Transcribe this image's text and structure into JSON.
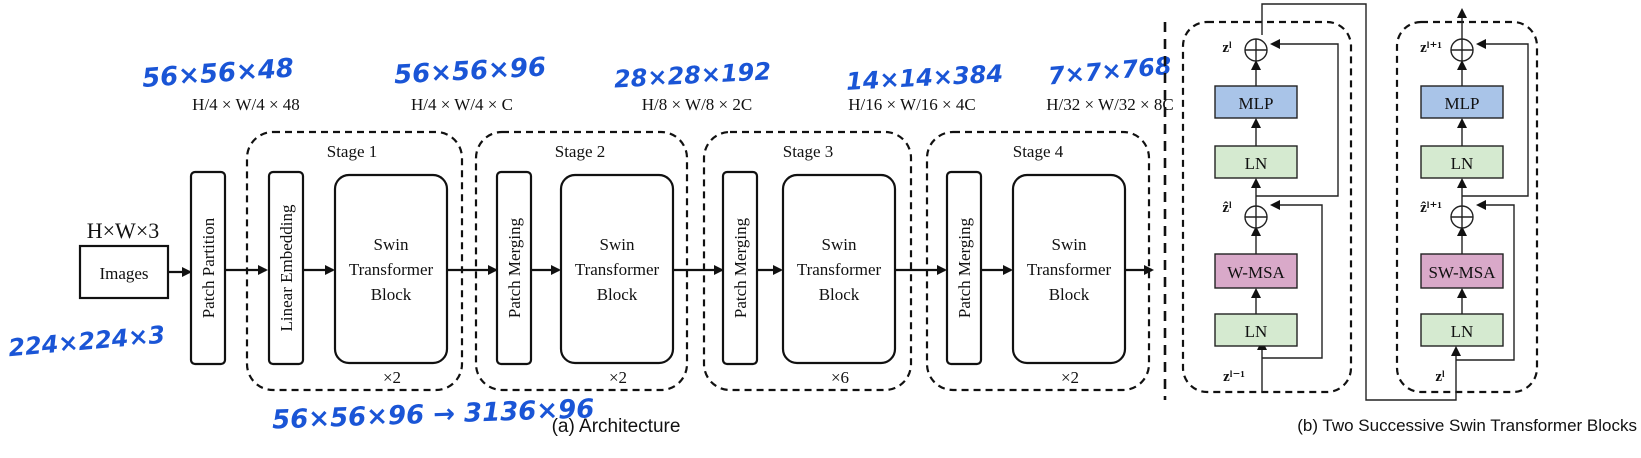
{
  "architecture": {
    "caption": "(a) Architecture",
    "input": {
      "dim": "H×W×3",
      "box_label": "Images",
      "annotation": "224×224×3"
    },
    "patch_partition": "Patch Partition",
    "stages": [
      {
        "title": "Stage 1",
        "embed_label": "Linear Embedding",
        "block_lines": [
          "Swin",
          "Transformer",
          "Block"
        ],
        "repeat": "×2",
        "resolution": "H/4 × W/4 × C",
        "annotation": "56×56×96"
      },
      {
        "title": "Stage 2",
        "embed_label": "Patch Merging",
        "block_lines": [
          "Swin",
          "Transformer",
          "Block"
        ],
        "repeat": "×2",
        "resolution": "H/8 × W/8 × 2C",
        "annotation": "28×28×192"
      },
      {
        "title": "Stage 3",
        "embed_label": "Patch Merging",
        "block_lines": [
          "Swin",
          "Transformer",
          "Block"
        ],
        "repeat": "×6",
        "resolution": "H/16 × W/16 × 4C",
        "annotation": "14×14×384"
      },
      {
        "title": "Stage 4",
        "embed_label": "Patch Merging",
        "block_lines": [
          "Swin",
          "Transformer",
          "Block"
        ],
        "repeat": "×2",
        "resolution": "H/32 × W/32 × 8C",
        "annotation": "7×7×768"
      }
    ],
    "partition_output": {
      "resolution": "H/4 × W/4 × 48",
      "annotation": "56×56×48"
    },
    "bottom_annotation": "56×56×96 → 3136×96"
  },
  "blocks": {
    "caption": "(b) Two Successive Swin Transformer Blocks",
    "left": {
      "mlp": "MLP",
      "ln_top": "LN",
      "attn": "W-MSA",
      "ln_bottom": "LN",
      "z_out": "zˡ",
      "z_mid": "ẑˡ",
      "z_in": "zˡ⁻¹"
    },
    "right": {
      "mlp": "MLP",
      "ln_top": "LN",
      "attn": "SW-MSA",
      "ln_bottom": "LN",
      "z_out": "zˡ⁺¹",
      "z_mid": "ẑˡ⁺¹",
      "z_in": "zˡ"
    },
    "colors": {
      "mlp": "#a9c4e8",
      "ln": "#d5ead0",
      "w_msa": "#d9a9c9"
    }
  }
}
